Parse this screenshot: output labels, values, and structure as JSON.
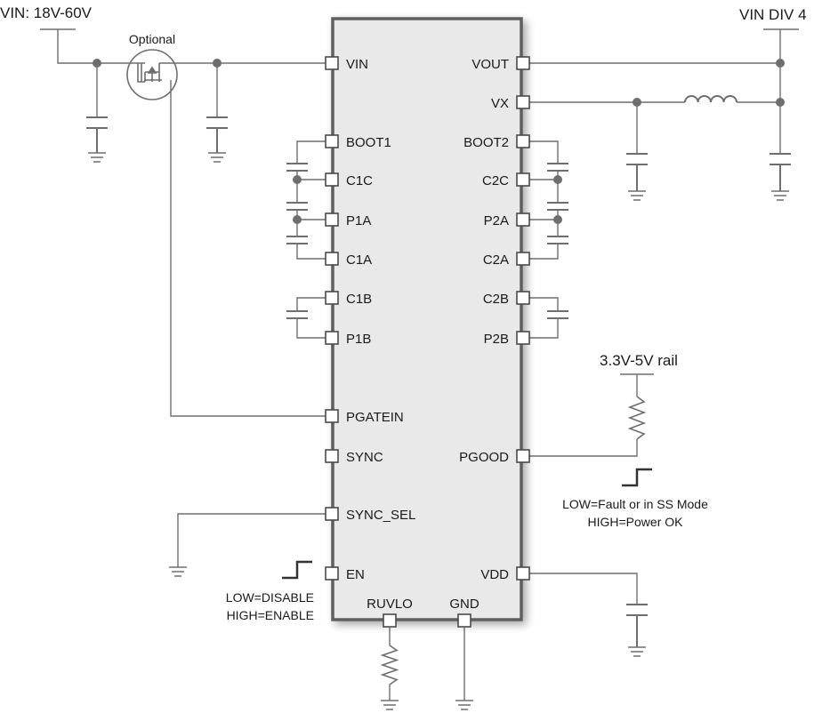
{
  "chip": {
    "left_pins": [
      "VIN",
      "BOOT1",
      "C1C",
      "P1A",
      "C1A",
      "C1B",
      "P1B",
      "PGATEIN",
      "SYNC",
      "SYNC_SEL",
      "EN"
    ],
    "right_pins": [
      "VOUT",
      "VX",
      "BOOT2",
      "C2C",
      "P2A",
      "C2A",
      "C2B",
      "P2B",
      "PGOOD",
      "VDD"
    ],
    "bottom_pins": [
      "RUVLO",
      "GND"
    ]
  },
  "labels": {
    "vin_supply": "VIN: 18V-60V",
    "vin_div4": "VIN DIV 4",
    "optional": "Optional",
    "rail": "3.3V-5V rail",
    "pgood_low": "LOW=Fault or in SS Mode",
    "pgood_high": "HIGH=Power OK",
    "en_low": "LOW=DISABLE",
    "en_high": "HIGH=ENABLE"
  }
}
